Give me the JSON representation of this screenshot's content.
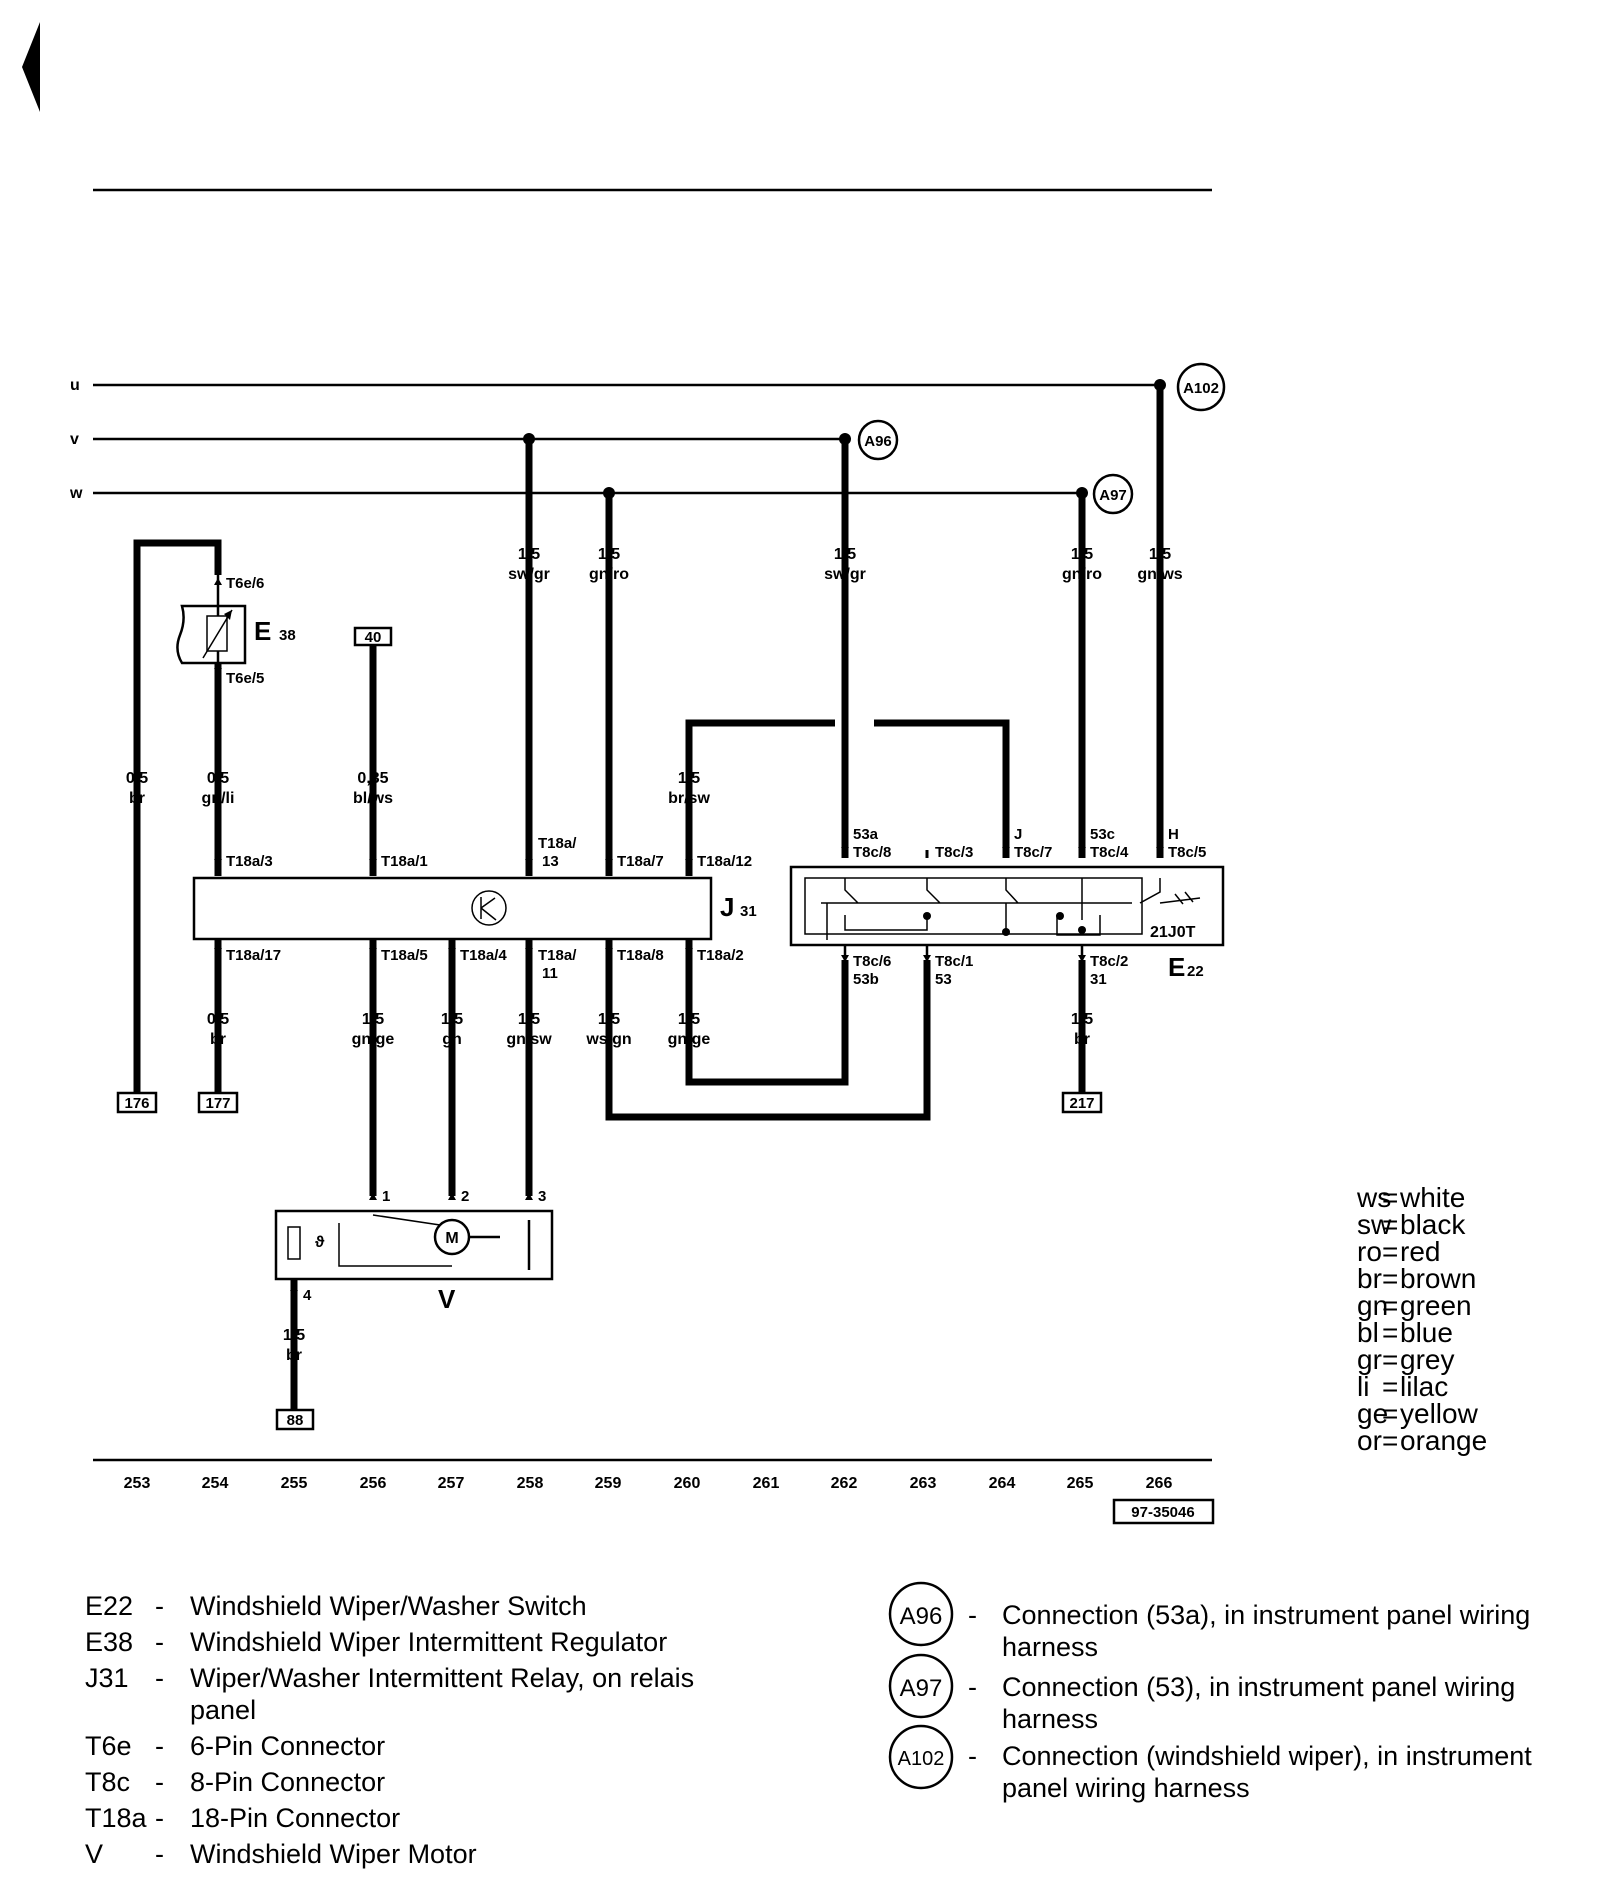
{
  "rails": [
    "u",
    "v",
    "w"
  ],
  "connection_points": [
    "A102",
    "A96",
    "A97"
  ],
  "components": {
    "E38": {
      "code": "E",
      "sub": "38"
    },
    "J31": {
      "code": "J",
      "sub": "31"
    },
    "E22": {
      "code": "E",
      "sub": "22",
      "inner": "21J0T"
    },
    "V": {
      "code": "V"
    }
  },
  "wires": {
    "w253": {
      "size": "0,5",
      "color": "br"
    },
    "w254a": {
      "size": "0,5",
      "color": "gn/li"
    },
    "w256a": {
      "size": "0,35",
      "color": "bl/ws"
    },
    "w258a": {
      "size": "1,5",
      "color": "sw/gr"
    },
    "w259a": {
      "size": "1,5",
      "color": "gn/ro"
    },
    "w260a": {
      "size": "1,5",
      "color": "br/sw"
    },
    "w262a": {
      "size": "1,5",
      "color": "sw/gr"
    },
    "w265a": {
      "size": "1,5",
      "color": "gn/ro"
    },
    "w266a": {
      "size": "1,5",
      "color": "gn/ws"
    },
    "w254b": {
      "size": "0,5",
      "color": "br"
    },
    "w256b": {
      "size": "1,5",
      "color": "gn/ge"
    },
    "w257b": {
      "size": "1,5",
      "color": "gn"
    },
    "w258b": {
      "size": "1,5",
      "color": "gn/sw"
    },
    "w259b": {
      "size": "1,5",
      "color": "ws/gn"
    },
    "w260b": {
      "size": "1,5",
      "color": "gn/ge"
    },
    "w265b": {
      "size": "1,5",
      "color": "br"
    },
    "w255c": {
      "size": "1,5",
      "color": "br"
    }
  },
  "pins": {
    "t6e6": "T6e/6",
    "t6e5": "T6e/5",
    "t18a3": "T18a/3",
    "t18a1": "T18a/1",
    "t18a13a": "T18a/",
    "t18a13b": "13",
    "t18a7": "T18a/7",
    "t18a12": "T18a/12",
    "t18a17": "T18a/17",
    "t18a5": "T18a/5",
    "t18a4": "T18a/4",
    "t18a11a": "T18a/",
    "t18a11b": "11",
    "t18a8": "T18a/8",
    "t18a2": "T18a/2",
    "t8c8a": "53a",
    "t8c8b": "T8c/8",
    "t8c3": "T8c/3",
    "t8c7a": "J",
    "t8c7b": "T8c/7",
    "t8c4a": "53c",
    "t8c4b": "T8c/4",
    "t8c5a": "H",
    "t8c5b": "T8c/5",
    "t8c6a": "T8c/6",
    "t8c6b": "53b",
    "t8c1a": "T8c/1",
    "t8c1b": "53",
    "t8c2a": "T8c/2",
    "t8c2b": "31",
    "m1": "1",
    "m2": "2",
    "m3": "3",
    "m4": "4"
  },
  "references": {
    "r40": "40",
    "r176": "176",
    "r177": "177",
    "r217": "217",
    "r88": "88"
  },
  "scale": [
    "253",
    "254",
    "255",
    "256",
    "257",
    "258",
    "259",
    "260",
    "261",
    "262",
    "263",
    "264",
    "265",
    "266"
  ],
  "figure_id": "97-35046",
  "color_legend": [
    {
      "code": "ws",
      "name": "white"
    },
    {
      "code": "sw",
      "name": "black"
    },
    {
      "code": "ro",
      "name": "red"
    },
    {
      "code": "br",
      "name": "brown"
    },
    {
      "code": "gn",
      "name": "green"
    },
    {
      "code": "bl",
      "name": "blue"
    },
    {
      "code": "gr",
      "name": "grey"
    },
    {
      "code": "li",
      "name": "lilac"
    },
    {
      "code": "ge",
      "name": "yellow"
    },
    {
      "code": "or",
      "name": "orange"
    }
  ],
  "component_legend": [
    {
      "code": "E22",
      "desc": "Windshield Wiper/Washer Switch"
    },
    {
      "code": "E38",
      "desc": "Windshield Wiper Intermittent Regulator"
    },
    {
      "code": "J31",
      "desc": "Wiper/Washer Intermittent Relay, on relais",
      "desc2": "panel"
    },
    {
      "code": "T6e",
      "desc": "6-Pin Connector"
    },
    {
      "code": "T8c",
      "desc": "8-Pin Connector"
    },
    {
      "code": "T18a",
      "desc": "18-Pin Connector"
    },
    {
      "code": "V",
      "desc": "Windshield Wiper Motor"
    }
  ],
  "connection_legend": [
    {
      "code": "A96",
      "desc": "Connection (53a), in instrument panel wiring",
      "desc2": "harness"
    },
    {
      "code": "A97",
      "desc": "Connection (53), in instrument panel wiring",
      "desc2": "harness"
    },
    {
      "code": "A102",
      "desc": "Connection (windshield wiper), in instrument",
      "desc2": "panel wiring harness"
    }
  ],
  "dash": "-"
}
